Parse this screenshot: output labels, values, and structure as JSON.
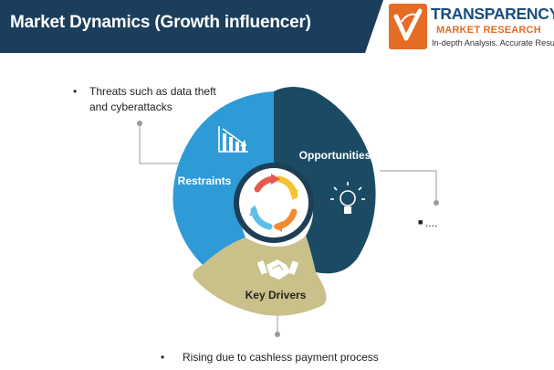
{
  "header": {
    "title": "Market Dynamics (Growth influencer)",
    "banner_color": "#1b3e5c"
  },
  "logo": {
    "name": "TRANSPARENCY",
    "subtitle": "MARKET RESEARCH",
    "tagline": "In-depth Analysis. Accurate Results",
    "name_color": "#1a4d7c",
    "accent_color": "#e46c25"
  },
  "diagram": {
    "segments": {
      "restraints": {
        "label": "Restraints",
        "color": "#2e9bd6",
        "icon": "declining-bar-chart-icon"
      },
      "opportunities": {
        "label": "Opportunities",
        "color": "#1b4b64",
        "icon": "lightbulb-icon"
      },
      "drivers": {
        "label": "Key Drivers",
        "color": "#c9c189",
        "icon": "handshake-icon"
      }
    },
    "center_icon": "cycle-arrows-icon",
    "center_arrow_colors": [
      "#f28b30",
      "#f4c430",
      "#5bc0e8",
      "#e85a4f"
    ]
  },
  "bullets": {
    "restraints": "Threats such as data theft and cyberattacks",
    "opportunities": "....",
    "drivers": "Rising due to cashless payment  process"
  }
}
